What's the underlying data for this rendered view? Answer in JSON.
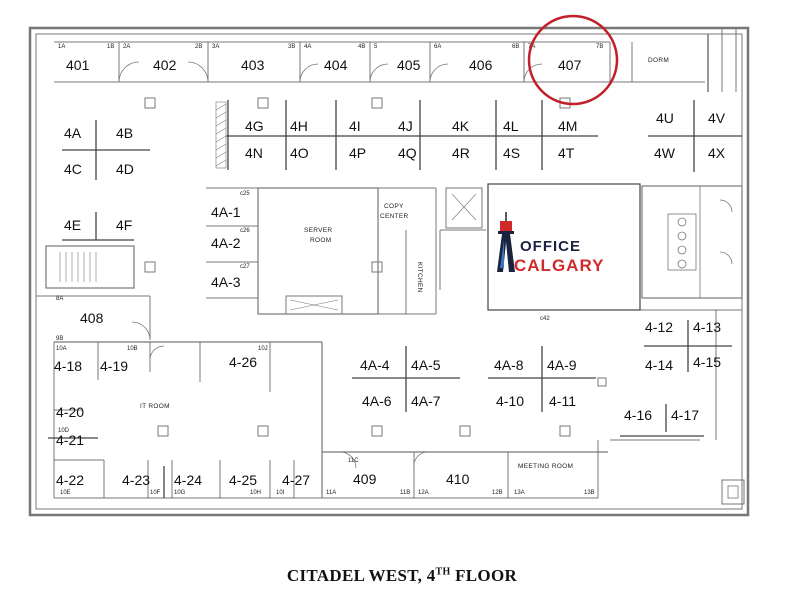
{
  "caption": {
    "main": "CITADEL WEST, 4",
    "sup": "TH",
    "tail": " FLOOR"
  },
  "logo": {
    "line1": "OFFICE",
    "line2": "CALGARY"
  },
  "rooms": {
    "r401": "401",
    "r402": "402",
    "r403": "403",
    "r404": "404",
    "r405": "405",
    "r406": "406",
    "r407": "407",
    "r408": "408",
    "r409": "409",
    "r410": "410",
    "dorm": "DORM",
    "server_a": "SERVER",
    "server_b": "ROOM",
    "copy_a": "COPY",
    "copy_b": "CENTER",
    "kitchen": "KITCHEN",
    "it_room": "IT ROOM",
    "meeting": "MEETING ROOM"
  },
  "desks": {
    "d4A": "4A",
    "d4B": "4B",
    "d4C": "4C",
    "d4D": "4D",
    "d4E": "4E",
    "d4F": "4F",
    "d4G": "4G",
    "d4H": "4H",
    "d4I": "4I",
    "d4J": "4J",
    "d4K": "4K",
    "d4L": "4L",
    "d4M": "4M",
    "d4N": "4N",
    "d4O": "4O",
    "d4P": "4P",
    "d4Q": "4Q",
    "d4R": "4R",
    "d4S": "4S",
    "d4T": "4T",
    "d4U": "4U",
    "d4V": "4V",
    "d4W": "4W",
    "d4X": "4X",
    "d4A1": "4A-1",
    "d4A2": "4A-2",
    "d4A3": "4A-3",
    "d4A4": "4A-4",
    "d4A5": "4A-5",
    "d4A6": "4A-6",
    "d4A7": "4A-7",
    "d4A8": "4A-8",
    "d4A9": "4A-9",
    "d4_10": "4-10",
    "d4_11": "4-11",
    "d4_12": "4-12",
    "d4_13": "4-13",
    "d4_14": "4-14",
    "d4_15": "4-15",
    "d4_16": "4-16",
    "d4_17": "4-17",
    "d4_18": "4-18",
    "d4_19": "4-19",
    "d4_20": "4-20",
    "d4_21": "4-21",
    "d4_22": "4-22",
    "d4_23": "4-23",
    "d4_24": "4-24",
    "d4_25": "4-25",
    "d4_26": "4-26",
    "d4_27": "4-27"
  },
  "codes": {
    "c1A": "1A",
    "c1B": "1B",
    "c2A": "2A",
    "c2B": "2B",
    "c3A": "3A",
    "c3B": "3B",
    "c4A": "4A",
    "c4B": "4B",
    "c5": "5",
    "c6A": "6A",
    "c6B": "6B",
    "c7A": "7A",
    "c7B": "7B",
    "c8A": "8A",
    "c9B": "9B",
    "c10A": "10A",
    "c10B": "10B",
    "c10J": "10J",
    "c10D": "10D",
    "c10E": "10E",
    "c10F": "10F",
    "c10G": "10G",
    "c10H": "10H",
    "c10I": "10I",
    "c11A": "11A",
    "c11B": "11B",
    "c11C": "11C",
    "c12A": "12A",
    "c12B": "12B",
    "c13A": "13A",
    "c13B": "13B",
    "cc42": "c42",
    "cc25": "c25",
    "cc26": "c26",
    "cc27": "c27"
  },
  "colors": {
    "highlight": "#c0202a",
    "wall": "#777777",
    "logo_dark": "#1c2340",
    "logo_red": "#d12a2a"
  }
}
